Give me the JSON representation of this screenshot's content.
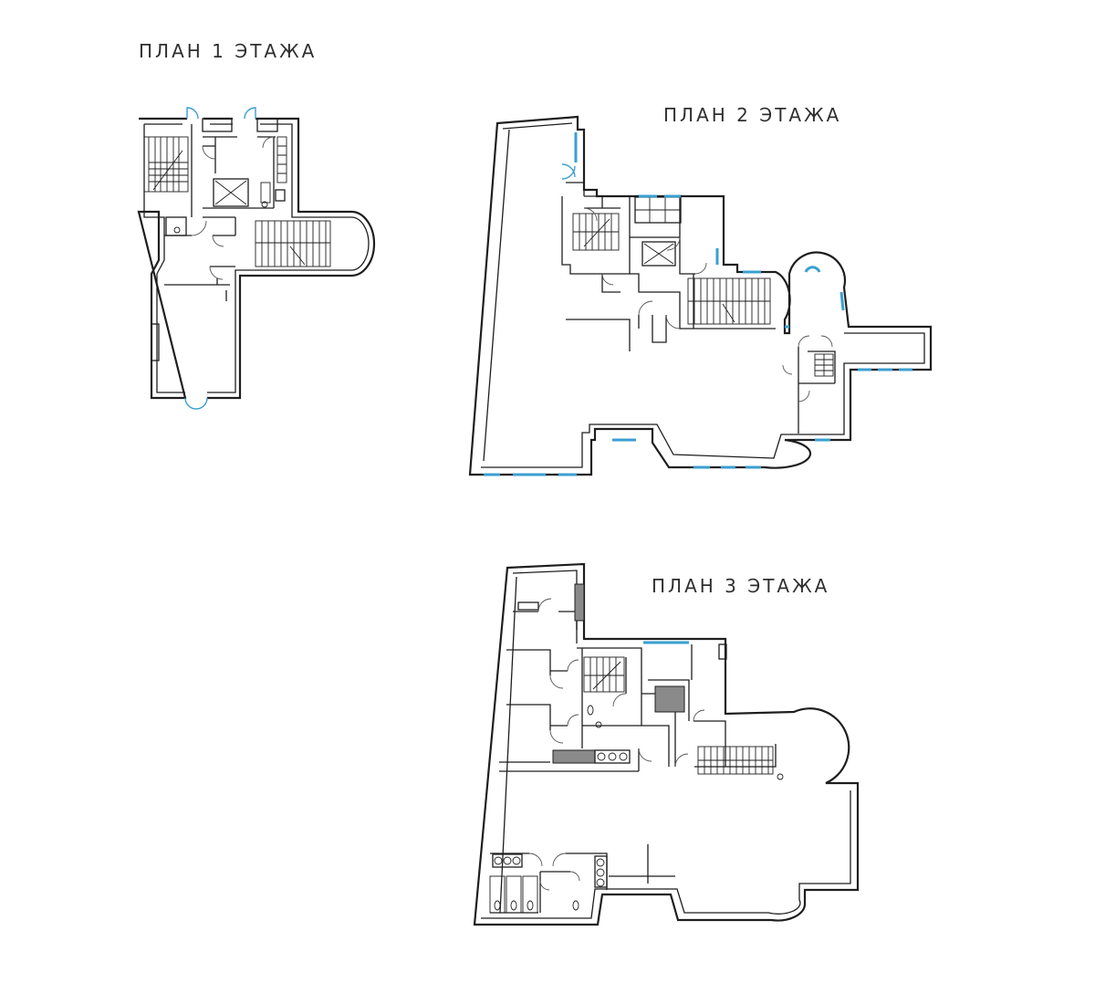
{
  "labels": {
    "floor1": "ПЛАН 1 ЭТАЖА",
    "floor2": "ПЛАН 2 ЭТАЖА",
    "floor3": "ПЛАН 3 ЭТАЖА"
  },
  "colors": {
    "walls": "#1e1e1e",
    "windows": "#3a9fd1",
    "text": "#2f2f2f"
  }
}
